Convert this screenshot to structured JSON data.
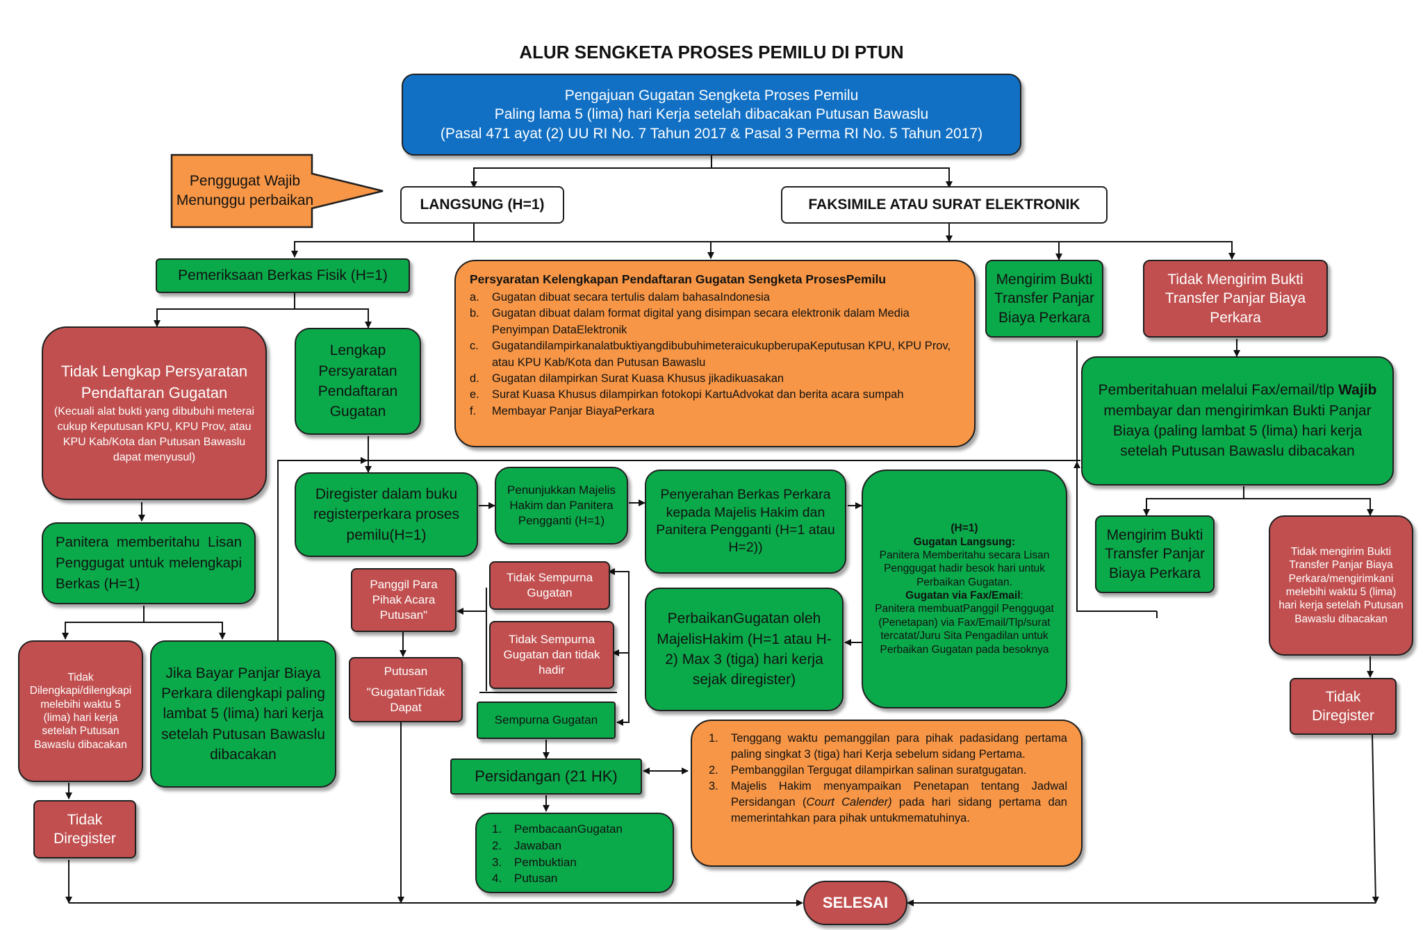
{
  "title": "ALUR SENGKETA PROSES PEMILU DI PTUN",
  "colors": {
    "green": "#0aaa4b",
    "red": "#c14f4f",
    "orange": "#f79646",
    "blue": "#1170c4"
  },
  "pengajuan": {
    "line1": "Pengajuan Gugatan Sengketa Proses Pemilu",
    "line2": "Paling lama 5 (lima) hari Kerja setelah dibacakan Putusan Bawaslu",
    "line3": "(Pasal 471 ayat (2) UU RI No. 7 Tahun 2017 & Pasal 3 Perma RI No. 5 Tahun 2017)"
  },
  "penggugat_arrow": "Penggugat Wajib Menunggu perbaikan",
  "langsung": "LANGSUNG (H=1)",
  "faksimile": "FAKSIMILE ATAU SURAT ELEKTRONIK",
  "pemeriksaan": "Pemeriksaan Berkas Fisik (H=1)",
  "persyaratan": {
    "heading": "Persyaratan Kelengkapan Pendaftaran Gugatan Sengketa ProsesPemilu",
    "items": [
      {
        "mark": "a.",
        "text": "Gugatan dibuat secara tertulis dalam bahasaIndonesia"
      },
      {
        "mark": "b.",
        "text": "Gugatan dibuat dalam format digital yang disimpan secara elektronik dalam Media Penyimpan DataElektronik"
      },
      {
        "mark": "c.",
        "text": "GugatandilampirkanalatbuktiyangdibubuhimeteraicukupberupaKeputusan KPU, KPU Prov, atau KPU Kab/Kota dan Putusan Bawaslu"
      },
      {
        "mark": "d.",
        "text": "Gugatan dilampirkan Surat Kuasa Khusus jikadikuasakan"
      },
      {
        "mark": "e.",
        "text": "Surat Kuasa Khusus dilampirkan fotokopi KartuAdvokat dan berita acara sumpah"
      },
      {
        "mark": "f.",
        "text": "Membayar Panjar BiayaPerkara"
      }
    ]
  },
  "mengirim_bukti_1": "Mengirim Bukti Transfer Panjar Biaya Perkara",
  "tidak_mengirim_bukti": "Tidak Mengirim Bukti Transfer Panjar Biaya Perkara",
  "tidak_lengkap": {
    "title": "Tidak Lengkap Persyaratan Pendaftaran Gugatan",
    "note": "(Kecuali alat bukti yang dibubuhi meterai cukup Keputusan KPU, KPU Prov, atau KPU Kab/Kota dan Putusan Bawaslu dapat menyusul)"
  },
  "lengkap": "Lengkap Persyaratan Pendaftaran Gugatan",
  "pemberitahuan": {
    "pre": "Pemberitahuan melalui Fax/email/tlp ",
    "bold": "Wajib",
    "post": " membayar dan mengirimkan Bukti Panjar Biaya (paling lambat 5 (lima) hari kerja setelah Putusan Bawaslu dibacakan"
  },
  "diregister": "Diregister dalam buku registerperkara proses pemilu(H=1)",
  "penunjukkan": "Penunjukkan Majelis Hakim dan Panitera Pengganti (H=1)",
  "penyerahan": "Penyerahan Berkas Perkara kepada Majelis Hakim dan Panitera Pengganti (H=1 atau H=2))",
  "h1_box": {
    "head": "(H=1)",
    "langsung_label": "Gugatan Langsung",
    "langsung_text": "Panitera Memberitahu secara Lisan Penggugat hadir besok hari untuk Perbaikan Gugatan.",
    "fax_label": "Gugatan via Fax/Email",
    "fax_text": "Panitera membuatPanggil Penggugat (Penetapan) via Fax/Email/Tlp/surat tercatat/Juru Sita Pengadilan untuk Perbaikan Gugatan pada besoknya"
  },
  "mengirim_bukti_2": "Mengirim Bukti Transfer Panjar Biaya Perkara",
  "tidak_mengirim_2": "Tidak mengirim Bukti Transfer Panjar Biaya Perkara/mengirimkani melebihi waktu 5 (lima) hari kerja setelah Putusan Bawaslu dibacakan",
  "panitera_lisan": "Panitera memberitahu Lisan Penggugat untuk melengkapi Berkas (H=1)",
  "tidak_dilengkapi": "Tidak Dilengkapi/dilengkapi melebihi waktu 5 (lima) hari kerja setelah Putusan Bawaslu dibacakan",
  "jika_bayar": "Jika Bayar Panjar Biaya Perkara dilengkapi paling lambat 5 (lima) hari kerja setelah Putusan Bawaslu dibacakan",
  "panggil_para": "Panggil Para Pihak Acara Putusan\"",
  "tidak_sempurna": "Tidak Sempurna Gugatan",
  "tidak_sempurna_hadir": "Tidak Sempurna Gugatan dan tidak hadir",
  "putusan": {
    "label": "Putusan",
    "text": "\"GugatanTidak Dapat"
  },
  "sempurna": "Sempurna Gugatan",
  "perbaikan": "PerbaikanGugatan oleh MajelisHakim (H=1 atau H-2) Max 3 (tiga) hari kerja sejak diregister)",
  "tidak_diregister_left": "Tidak Diregister",
  "tidak_diregister_right": "Tidak Diregister",
  "persidangan": "Persidangan (21 HK)",
  "tahapan": [
    {
      "mark": "1.",
      "text": "PembacaanGugatan"
    },
    {
      "mark": "2.",
      "text": "Jawaban"
    },
    {
      "mark": "3.",
      "text": "Pembuktian"
    },
    {
      "mark": "4.",
      "text": "Putusan"
    }
  ],
  "ketentuan": [
    {
      "mark": "1.",
      "text": "Tenggang waktu pemanggilan para pihak padasidang pertama paling singkat 3 (tiga) hari Kerja sebelum sidang Pertama."
    },
    {
      "mark": "2.",
      "text": "Pembanggilan Tergugat dilampirkan salinan suratgugatan."
    },
    {
      "mark": "3.",
      "pre": "Majelis Hakim menyampaikan Penetapan tentang Jadwal Persidangan (",
      "italic": "Court Calender)",
      "post": " pada hari sidang pertama dan memerintahkan para pihak untukmematuhinya."
    }
  ],
  "selesai": "SELESAI"
}
